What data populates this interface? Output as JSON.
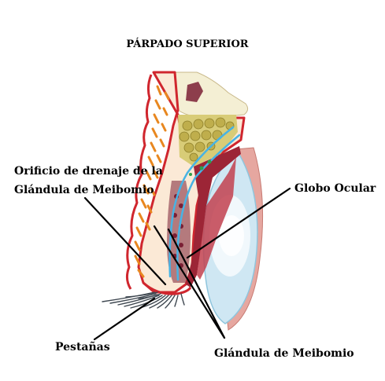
{
  "diagram": {
    "title": "PÁRPADO SUPERIOR",
    "labels": {
      "orificio_line1": "Orificio de drenaje de la",
      "orificio_line2": "Glándula de Meibomio",
      "globo": "Globo Ocular",
      "pestanas": "Pestañas",
      "glandula": "Glándula de Meibomio"
    },
    "colors": {
      "skin_outline": "#d0262e",
      "skin_fill": "#fbe9d6",
      "bone": "#f4efd4",
      "fat": "#bfae4c",
      "muscle": "#9c2536",
      "gland": "#7a1f34",
      "globe": "#cfe7f3",
      "duct": "#47b3e4",
      "orange_tissue": "#e8871f"
    }
  }
}
